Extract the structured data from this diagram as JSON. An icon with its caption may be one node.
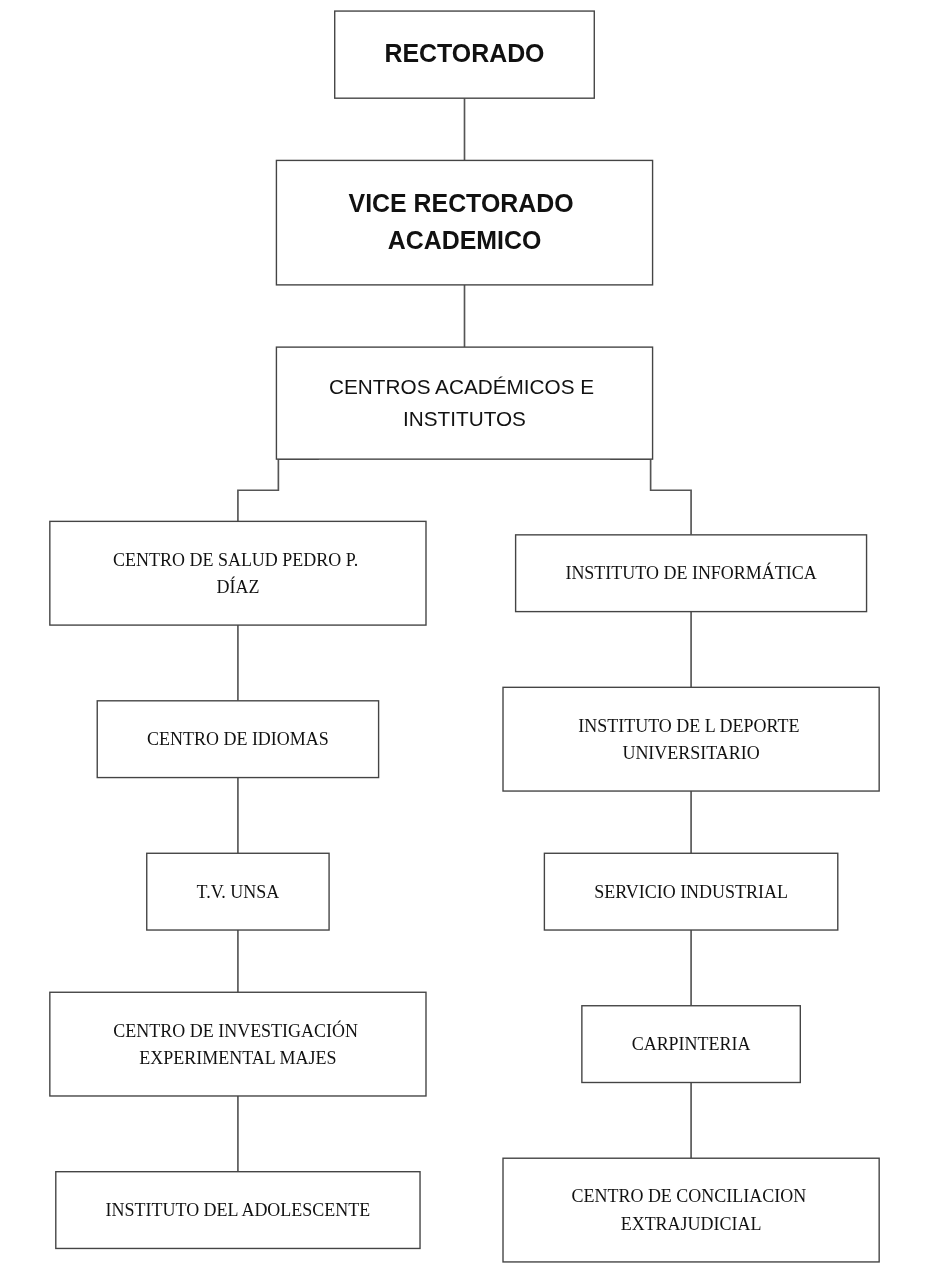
{
  "diagram": {
    "nodes": [
      {
        "text": [
          "RECTORADO"
        ]
      },
      {
        "text": [
          "VICE RECTORADO ACADEMICO"
        ]
      },
      {
        "text": [
          "CENTROS ACADÉMICOS E INSTITUTOS"
        ]
      },
      {
        "text": [
          "CENTRO DE SALUD PEDRO P. DÍAZ"
        ]
      },
      {
        "text": [
          "CENTRO DE IDIOMAS"
        ]
      },
      {
        "text": [
          "T.V. UNSA"
        ]
      },
      {
        "text": [
          "CENTRO DE INVESTIGACIÓN EXPERIMENTAL MAJES"
        ]
      },
      {
        "text": [
          "INSTITUTO DEL ADOLESCENTE"
        ]
      },
      {
        "text": [
          "INSTITUTO DE INFORMÁTICA"
        ]
      },
      {
        "text": [
          "INSTITUTO DE L DEPORTE UNIVERSITARIO"
        ]
      },
      {
        "text": [
          "SERVICIO INDUSTRIAL"
        ]
      },
      {
        "text": [
          "CARPINTERIA"
        ]
      },
      {
        "text": [
          "CENTRO DE CONCILIACION EXTRAJUDICIAL"
        ]
      }
    ],
    "edges": [
      {
        "from": 0,
        "to": 1,
        "arrow": "none"
      },
      {
        "from": 1,
        "to": 2,
        "arrow": "none"
      },
      {
        "from": 2,
        "to": 3,
        "arrow": "none"
      },
      {
        "from": 2,
        "to": 8,
        "arrow": "none"
      },
      {
        "from": 3,
        "to": 4,
        "arrow": "none"
      },
      {
        "from": 4,
        "to": 5,
        "arrow": "none"
      },
      {
        "from": 5,
        "to": 6,
        "arrow": "none"
      },
      {
        "from": 6,
        "to": 7,
        "arrow": "none"
      },
      {
        "from": 8,
        "to": 9,
        "arrow": "none"
      },
      {
        "from": 9,
        "to": 10,
        "arrow": "none"
      },
      {
        "from": 10,
        "to": 11,
        "arrow": "none"
      },
      {
        "from": 11,
        "to": 12,
        "arrow": "none"
      }
    ]
  }
}
